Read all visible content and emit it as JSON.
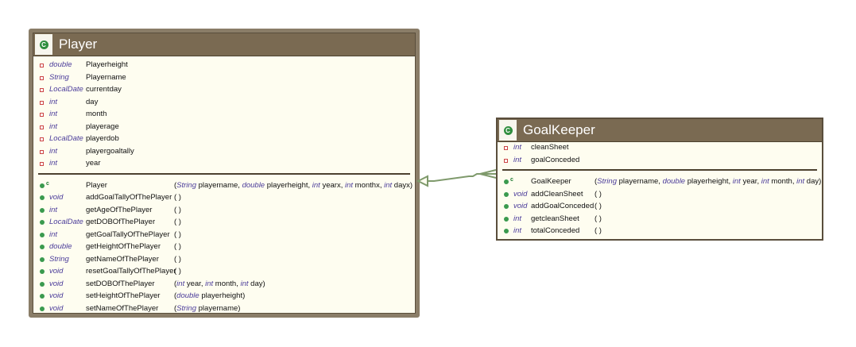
{
  "classes": [
    {
      "id": "player",
      "title": "Player",
      "fields": [
        {
          "type": "double",
          "name": "Playerheight"
        },
        {
          "type": "String",
          "name": "Playername"
        },
        {
          "type": "LocalDate",
          "name": "currentday"
        },
        {
          "type": "int",
          "name": "day"
        },
        {
          "type": "int",
          "name": "month"
        },
        {
          "type": "int",
          "name": "playerage"
        },
        {
          "type": "LocalDate",
          "name": "playerdob"
        },
        {
          "type": "int",
          "name": "playergoaltally"
        },
        {
          "type": "int",
          "name": "year"
        }
      ],
      "methods": [
        {
          "ctor": true,
          "type": "",
          "name": "Player",
          "params": [
            {
              "t": "String",
              "n": "playername"
            },
            {
              "t": "double",
              "n": "playerheight"
            },
            {
              "t": "int",
              "n": "yearx"
            },
            {
              "t": "int",
              "n": "monthx"
            },
            {
              "t": "int",
              "n": "dayx"
            }
          ]
        },
        {
          "type": "void",
          "name": "addGoalTallyOfThePlayer",
          "params": []
        },
        {
          "type": "int",
          "name": "getAgeOfThePlayer",
          "params": []
        },
        {
          "type": "LocalDate",
          "name": "getDOBOfThePlayer",
          "params": []
        },
        {
          "type": "int",
          "name": "getGoalTallyOfThePlayer",
          "params": []
        },
        {
          "type": "double",
          "name": "getHeightOfThePlayer",
          "params": []
        },
        {
          "type": "String",
          "name": "getNameOfThePlayer",
          "params": []
        },
        {
          "type": "void",
          "name": "resetGoalTallyOfThePlayer",
          "params": []
        },
        {
          "type": "void",
          "name": "setDOBOfThePlayer",
          "params": [
            {
              "t": "int",
              "n": "year"
            },
            {
              "t": "int",
              "n": "month"
            },
            {
              "t": "int",
              "n": "day"
            }
          ]
        },
        {
          "type": "void",
          "name": "setHeightOfThePlayer",
          "params": [
            {
              "t": "double",
              "n": "playerheight"
            }
          ]
        },
        {
          "type": "void",
          "name": "setNameOfThePlayer",
          "params": [
            {
              "t": "String",
              "n": "playername"
            }
          ]
        }
      ]
    },
    {
      "id": "keeper",
      "title": "GoalKeeper",
      "fields": [
        {
          "type": "int",
          "name": "cleanSheet"
        },
        {
          "type": "int",
          "name": "goalConceded"
        }
      ],
      "methods": [
        {
          "ctor": true,
          "type": "",
          "name": "GoalKeeper",
          "params": [
            {
              "t": "String",
              "n": "playername"
            },
            {
              "t": "double",
              "n": "playerheight"
            },
            {
              "t": "int",
              "n": "year"
            },
            {
              "t": "int",
              "n": "month"
            },
            {
              "t": "int",
              "n": "day"
            }
          ]
        },
        {
          "type": "void",
          "name": "addCleanSheet",
          "params": []
        },
        {
          "type": "void",
          "name": "addGoalConceded",
          "params": []
        },
        {
          "type": "int",
          "name": "getcleanSheet",
          "params": []
        },
        {
          "type": "int",
          "name": "totalConceded",
          "params": []
        }
      ]
    }
  ],
  "class_icon_letter": "C",
  "ctor_marker": "c",
  "colors": {
    "header": "#7a6a52",
    "type": "#4b3c9a",
    "public": "#3a9a4e",
    "private": "#c44444",
    "arrow": "#7f9a6c"
  }
}
